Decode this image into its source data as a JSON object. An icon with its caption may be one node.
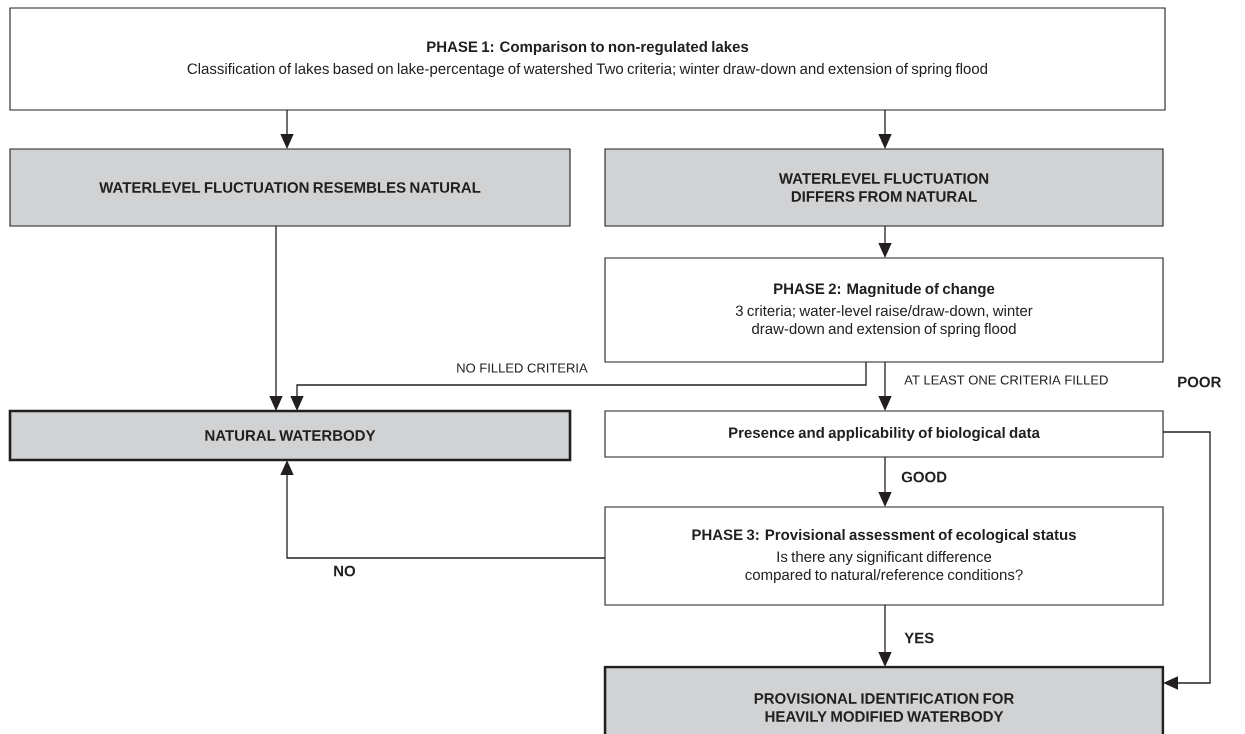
{
  "diagram": {
    "nodes": [
      {
        "text": [
          "PHASE 1:  Comparison to non-regulated lakes",
          "Classification of lakes based on lake-percentage of watershed Two criteria; winter draw-down and extension of spring flood"
        ]
      },
      {
        "text": [
          "WATERLEVEL FLUCTUATION RESEMBLES NATURAL"
        ]
      },
      {
        "text": [
          "WATERLEVEL FLUCTUATION DIFFERS FROM NATURAL"
        ]
      },
      {
        "text": [
          "PHASE 2:  Magnitude of change",
          "3 criteria; water-level raise/draw-down, winter draw-down and extension of spring flood"
        ]
      },
      {
        "text": [
          "NATURAL WATERBODY"
        ]
      },
      {
        "text": [
          "Presence and applicability of biological data"
        ]
      },
      {
        "text": [
          "PHASE 3: Provisional assessment of ecological status",
          "Is there any significant difference compared to natural/reference conditions?"
        ]
      },
      {
        "text": [
          "PROVISIONAL IDENTIFICATION FOR HEAVILY MODIFIED WATERBODY"
        ]
      }
    ],
    "edges": [
      {
        "from": 0,
        "to": 1,
        "arrow": "to"
      },
      {
        "from": 0,
        "to": 2,
        "arrow": "to"
      },
      {
        "from": 1,
        "to": 4,
        "arrow": "to"
      },
      {
        "from": 2,
        "to": 3,
        "arrow": "to"
      },
      {
        "from": 3,
        "to": 4,
        "arrow": "to",
        "label": "NO FILLED CRITERIA"
      },
      {
        "from": 3,
        "to": 5,
        "arrow": "to",
        "label": "AT LEAST ONE CRITERIA FILLED"
      },
      {
        "from": 5,
        "to": 7,
        "arrow": "to",
        "label": "POOR"
      },
      {
        "from": 5,
        "to": 6,
        "arrow": "to",
        "label": "GOOD"
      },
      {
        "from": 6,
        "to": 4,
        "arrow": "to",
        "label": "NO"
      },
      {
        "from": 6,
        "to": 7,
        "arrow": "to",
        "label": "YES"
      }
    ]
  }
}
